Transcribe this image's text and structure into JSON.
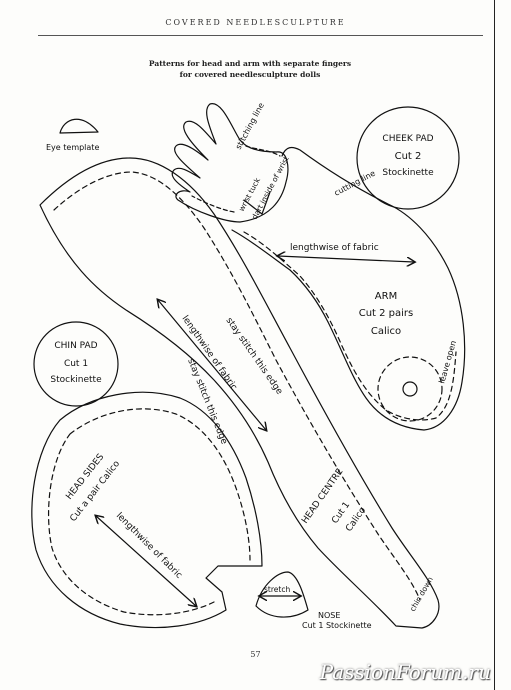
{
  "header": {
    "running_head": "Covered Needlesculpture",
    "caption_line1": "Patterns for head and arm with separate fingers",
    "caption_line2": "for covered needlesculpture dolls"
  },
  "labels": {
    "eye_template": "Eye template",
    "cheek_pad_title": "CHEEK PAD",
    "cheek_pad_cut": "Cut 2",
    "cheek_pad_fabric": "Stockinette",
    "chin_pad_title": "CHIN PAD",
    "chin_pad_cut": "Cut 1",
    "chin_pad_fabric": "Stockinette",
    "arm_title": "ARM",
    "arm_cut": "Cut 2 pairs",
    "arm_fabric": "Calico",
    "head_centre_title": "HEAD CENTRE",
    "head_centre_cut": "Cut 1",
    "head_centre_fabric": "Calico",
    "head_sides_title": "HEAD SIDES",
    "head_sides_cut": "Cut a pair Calico",
    "nose_title": "NOSE",
    "nose_cut": "Cut 1 Stockinette",
    "stretch": "stretch",
    "stitching_line": "stitching line",
    "cutting_line": "cutting line",
    "wrist_dart_label": "dart inside of wrist",
    "wrist_tuck": "wrist tuck",
    "lengthwise_arm": "lengthwise of fabric",
    "lengthwise_centre": "lengthwise of fabric",
    "lengthwise_sides": "lengthwise of fabric",
    "stay_stitch_1": "stay stitch this edge",
    "stay_stitch_2": "stay stitch this edge",
    "leave_open": "leave open",
    "chin_down": "chin down"
  },
  "footer": {
    "page_number": "57",
    "watermark": "PassionForum.ru"
  }
}
